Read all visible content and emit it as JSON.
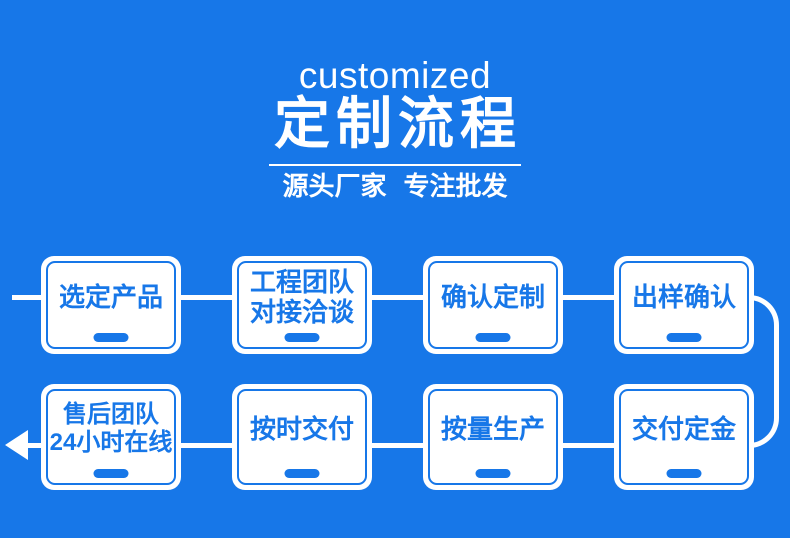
{
  "colors": {
    "background": "#1777e8",
    "box_background": "#ffffff",
    "box_text": "#1777e8",
    "connector": "#ffffff"
  },
  "header": {
    "eyebrow": "customized",
    "title": "定制流程",
    "subtitle_left": "源头厂家",
    "subtitle_right": "专注批发"
  },
  "flow": {
    "rows": [
      {
        "cells": [
          {
            "lines": [
              "选定产品"
            ]
          },
          {
            "lines": [
              "工程团队",
              "对接洽谈"
            ]
          },
          {
            "lines": [
              "确认定制"
            ]
          },
          {
            "lines": [
              "出样确认"
            ]
          }
        ]
      },
      {
        "cells": [
          {
            "lines": [
              "售后团队",
              "24小时在线"
            ]
          },
          {
            "lines": [
              "按时交付"
            ]
          },
          {
            "lines": [
              "按量生产"
            ]
          },
          {
            "lines": [
              "交付定金"
            ]
          }
        ]
      }
    ]
  }
}
